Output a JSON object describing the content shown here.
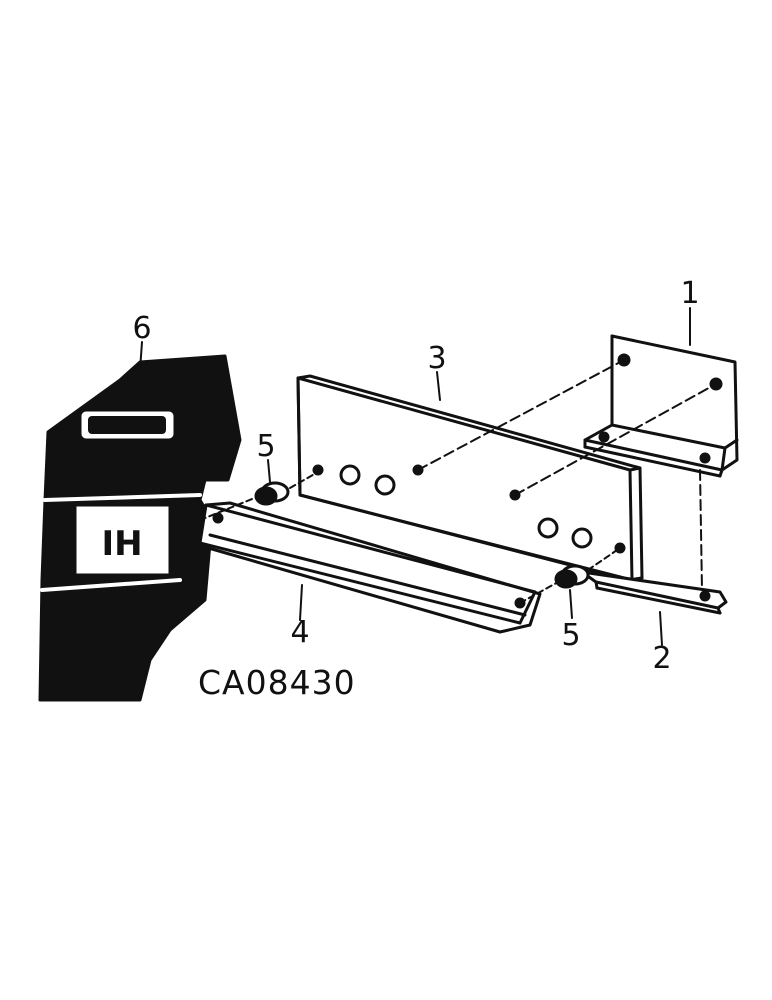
{
  "drawing_code": "CA08430",
  "callouts": {
    "c1": "1",
    "c2": "2",
    "c3": "3",
    "c4": "4",
    "c5a": "5",
    "c5b": "5",
    "c6": "6"
  },
  "weight_logo": "IH",
  "colors": {
    "ink": "#111111",
    "paper": "#ffffff"
  }
}
